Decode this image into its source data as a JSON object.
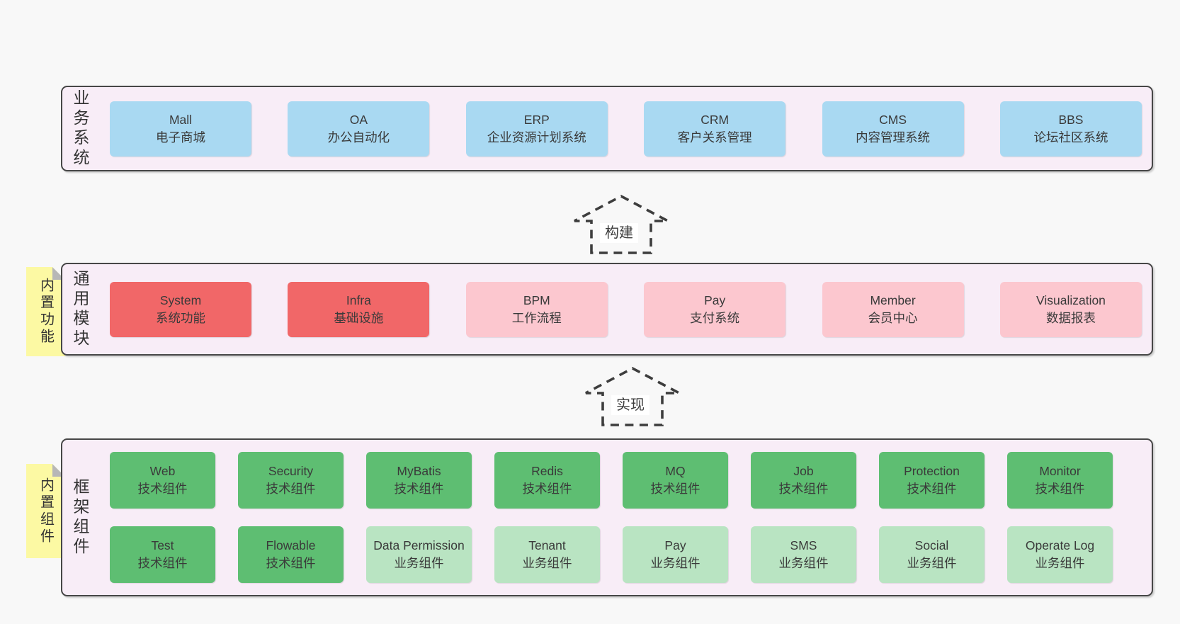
{
  "colors": {
    "page_bg": "#f8f8f8",
    "section_bg": "#f8edf7",
    "section_border": "#474747",
    "blue_box": "#a9d9f2",
    "red_box": "#f16768",
    "pink_box": "#fcc7cf",
    "green_box": "#5ebe72",
    "green_light_box": "#b9e4c2",
    "yellow_tab": "#fcf9a3",
    "fold_gray": "#b7b7b7",
    "arrow_stroke": "#3d3d3d",
    "text": "#3a3a3a"
  },
  "arrows": [
    {
      "label": "构建"
    },
    {
      "label": "实现"
    }
  ],
  "sections": {
    "business": {
      "label": "业务系统",
      "boxes": [
        {
          "title": "Mall",
          "subtitle": "电子商城"
        },
        {
          "title": "OA",
          "subtitle": "办公自动化"
        },
        {
          "title": "ERP",
          "subtitle": "企业资源计划系统"
        },
        {
          "title": "CRM",
          "subtitle": "客户关系管理"
        },
        {
          "title": "CMS",
          "subtitle": "内容管理系统"
        },
        {
          "title": "BBS",
          "subtitle": "论坛社区系统"
        }
      ]
    },
    "modules": {
      "label": "通用模块",
      "tab": "内置功能",
      "boxes": [
        {
          "title": "System",
          "subtitle": "系统功能"
        },
        {
          "title": "Infra",
          "subtitle": "基础设施"
        },
        {
          "title": "BPM",
          "subtitle": "工作流程"
        },
        {
          "title": "Pay",
          "subtitle": "支付系统"
        },
        {
          "title": "Member",
          "subtitle": "会员中心"
        },
        {
          "title": "Visualization",
          "subtitle": "数据报表"
        }
      ]
    },
    "components": {
      "label": "框架组件",
      "tab": "内置组件",
      "row1": [
        {
          "title": "Web",
          "subtitle": "技术组件"
        },
        {
          "title": "Security",
          "subtitle": "技术组件"
        },
        {
          "title": "MyBatis",
          "subtitle": "技术组件"
        },
        {
          "title": "Redis",
          "subtitle": "技术组件"
        },
        {
          "title": "MQ",
          "subtitle": "技术组件"
        },
        {
          "title": "Job",
          "subtitle": "技术组件"
        },
        {
          "title": "Protection",
          "subtitle": "技术组件"
        },
        {
          "title": "Monitor",
          "subtitle": "技术组件"
        }
      ],
      "row2": [
        {
          "title": "Test",
          "subtitle": "技术组件"
        },
        {
          "title": "Flowable",
          "subtitle": "技术组件"
        },
        {
          "title": "Data Permission",
          "subtitle": "业务组件"
        },
        {
          "title": "Tenant",
          "subtitle": "业务组件"
        },
        {
          "title": "Pay",
          "subtitle": "业务组件"
        },
        {
          "title": "SMS",
          "subtitle": "业务组件"
        },
        {
          "title": "Social",
          "subtitle": "业务组件"
        },
        {
          "title": "Operate Log",
          "subtitle": "业务组件"
        }
      ]
    }
  }
}
